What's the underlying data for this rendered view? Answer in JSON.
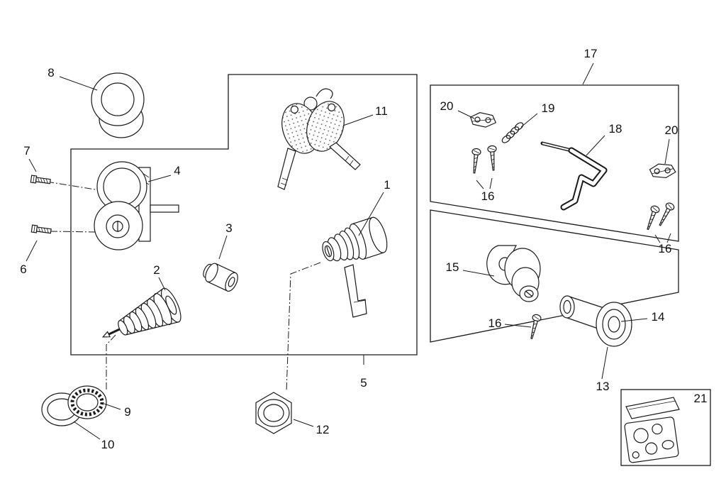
{
  "diagram": {
    "background_color": "#ffffff",
    "line_color": "#1a1a1a",
    "labels": [
      {
        "id": "part-8",
        "text": "8"
      },
      {
        "id": "part-7",
        "text": "7"
      },
      {
        "id": "part-6",
        "text": "6"
      },
      {
        "id": "part-4",
        "text": "4"
      },
      {
        "id": "part-11",
        "text": "11"
      },
      {
        "id": "part-1",
        "text": "1"
      },
      {
        "id": "part-3",
        "text": "3"
      },
      {
        "id": "part-2",
        "text": "2"
      },
      {
        "id": "part-5",
        "text": "5"
      },
      {
        "id": "part-9",
        "text": "9"
      },
      {
        "id": "part-10",
        "text": "10"
      },
      {
        "id": "part-12",
        "text": "12"
      },
      {
        "id": "part-17",
        "text": "17"
      },
      {
        "id": "part-20-a",
        "text": "20"
      },
      {
        "id": "part-19",
        "text": "19"
      },
      {
        "id": "part-18",
        "text": "18"
      },
      {
        "id": "part-16-a",
        "text": "16"
      },
      {
        "id": "part-20-b",
        "text": "20"
      },
      {
        "id": "part-16-b",
        "text": "16"
      },
      {
        "id": "part-15",
        "text": "15"
      },
      {
        "id": "part-16-c",
        "text": "16"
      },
      {
        "id": "part-14",
        "text": "14"
      },
      {
        "id": "part-13",
        "text": "13"
      },
      {
        "id": "part-21",
        "text": "21"
      }
    ]
  }
}
